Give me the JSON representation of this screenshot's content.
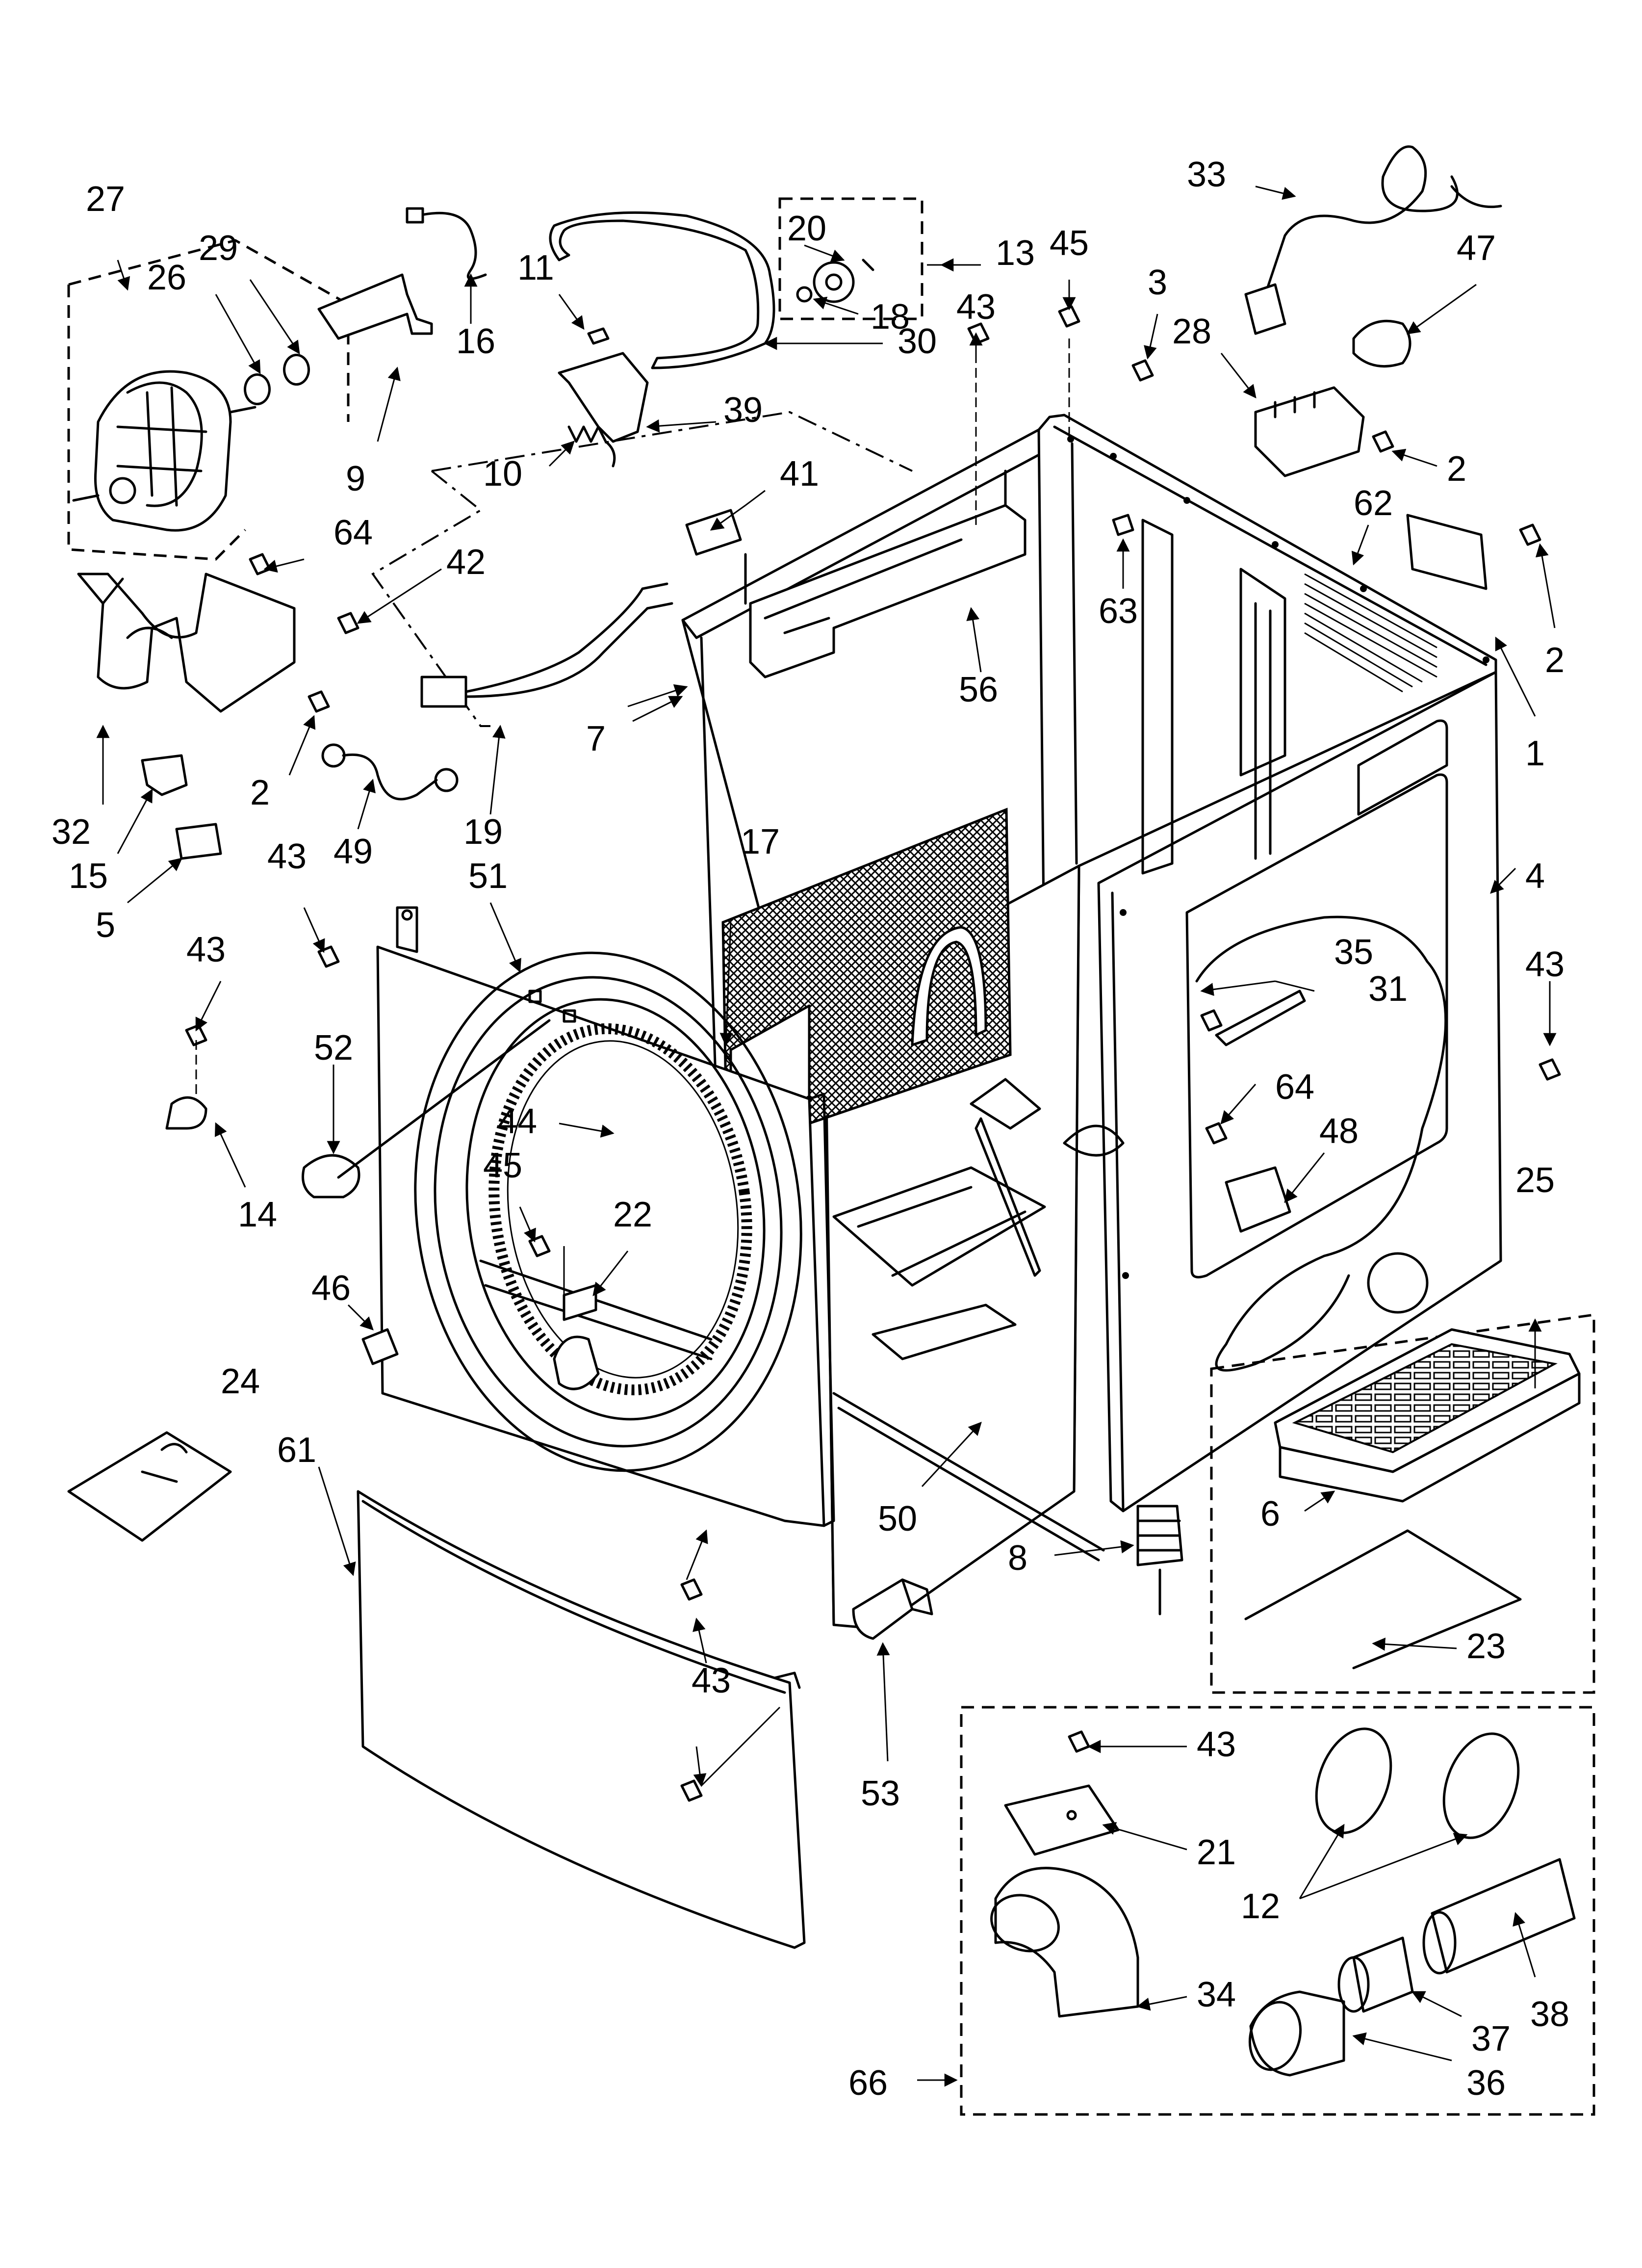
{
  "callouts": {
    "n1": "1",
    "n2": "2",
    "n3": "3",
    "n4": "4",
    "n5": "5",
    "n6": "6",
    "n7": "7",
    "n8": "8",
    "n9": "9",
    "n10": "10",
    "n11": "11",
    "n12": "12",
    "n13": "13",
    "n14": "14",
    "n15": "15",
    "n16": "16",
    "n17": "17",
    "n18": "18",
    "n19": "19",
    "n20": "20",
    "n21": "21",
    "n22": "22",
    "n23": "23",
    "n24": "24",
    "n25": "25",
    "n26": "26",
    "n27": "27",
    "n28": "28",
    "n29": "29",
    "n30": "30",
    "n31": "31",
    "n32": "32",
    "n33": "33",
    "n34": "34",
    "n35": "35",
    "n36": "36",
    "n37": "37",
    "n38": "38",
    "n39": "39",
    "n41": "41",
    "n42": "42",
    "n43": "43",
    "n44": "44",
    "n45": "45",
    "n46": "46",
    "n47": "47",
    "n48": "48",
    "n49": "49",
    "n50": "50",
    "n51": "51",
    "n52": "52",
    "n53": "53",
    "n56": "56",
    "n61": "61",
    "n62": "62",
    "n63": "63",
    "n64": "64",
    "n66": "66"
  }
}
